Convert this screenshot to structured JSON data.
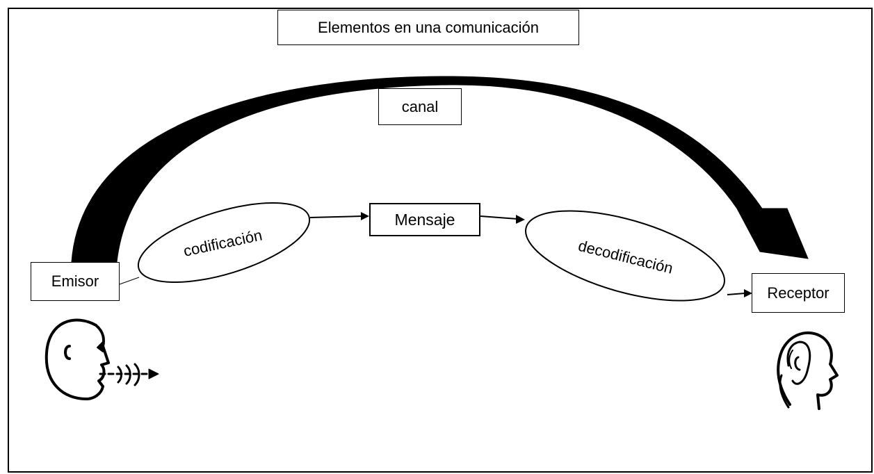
{
  "title": "Elementos en una comunicación",
  "nodes": {
    "canal": "canal",
    "mensaje": "Mensaje",
    "emisor": "Emisor",
    "receptor": "Receptor",
    "codificacion": "codificación",
    "decodificacion": "decodificación"
  },
  "icons": {
    "emisor": "speaking-head-icon",
    "receptor": "listening-head-icon"
  },
  "colors": {
    "line": "#000000",
    "background": "#ffffff"
  }
}
